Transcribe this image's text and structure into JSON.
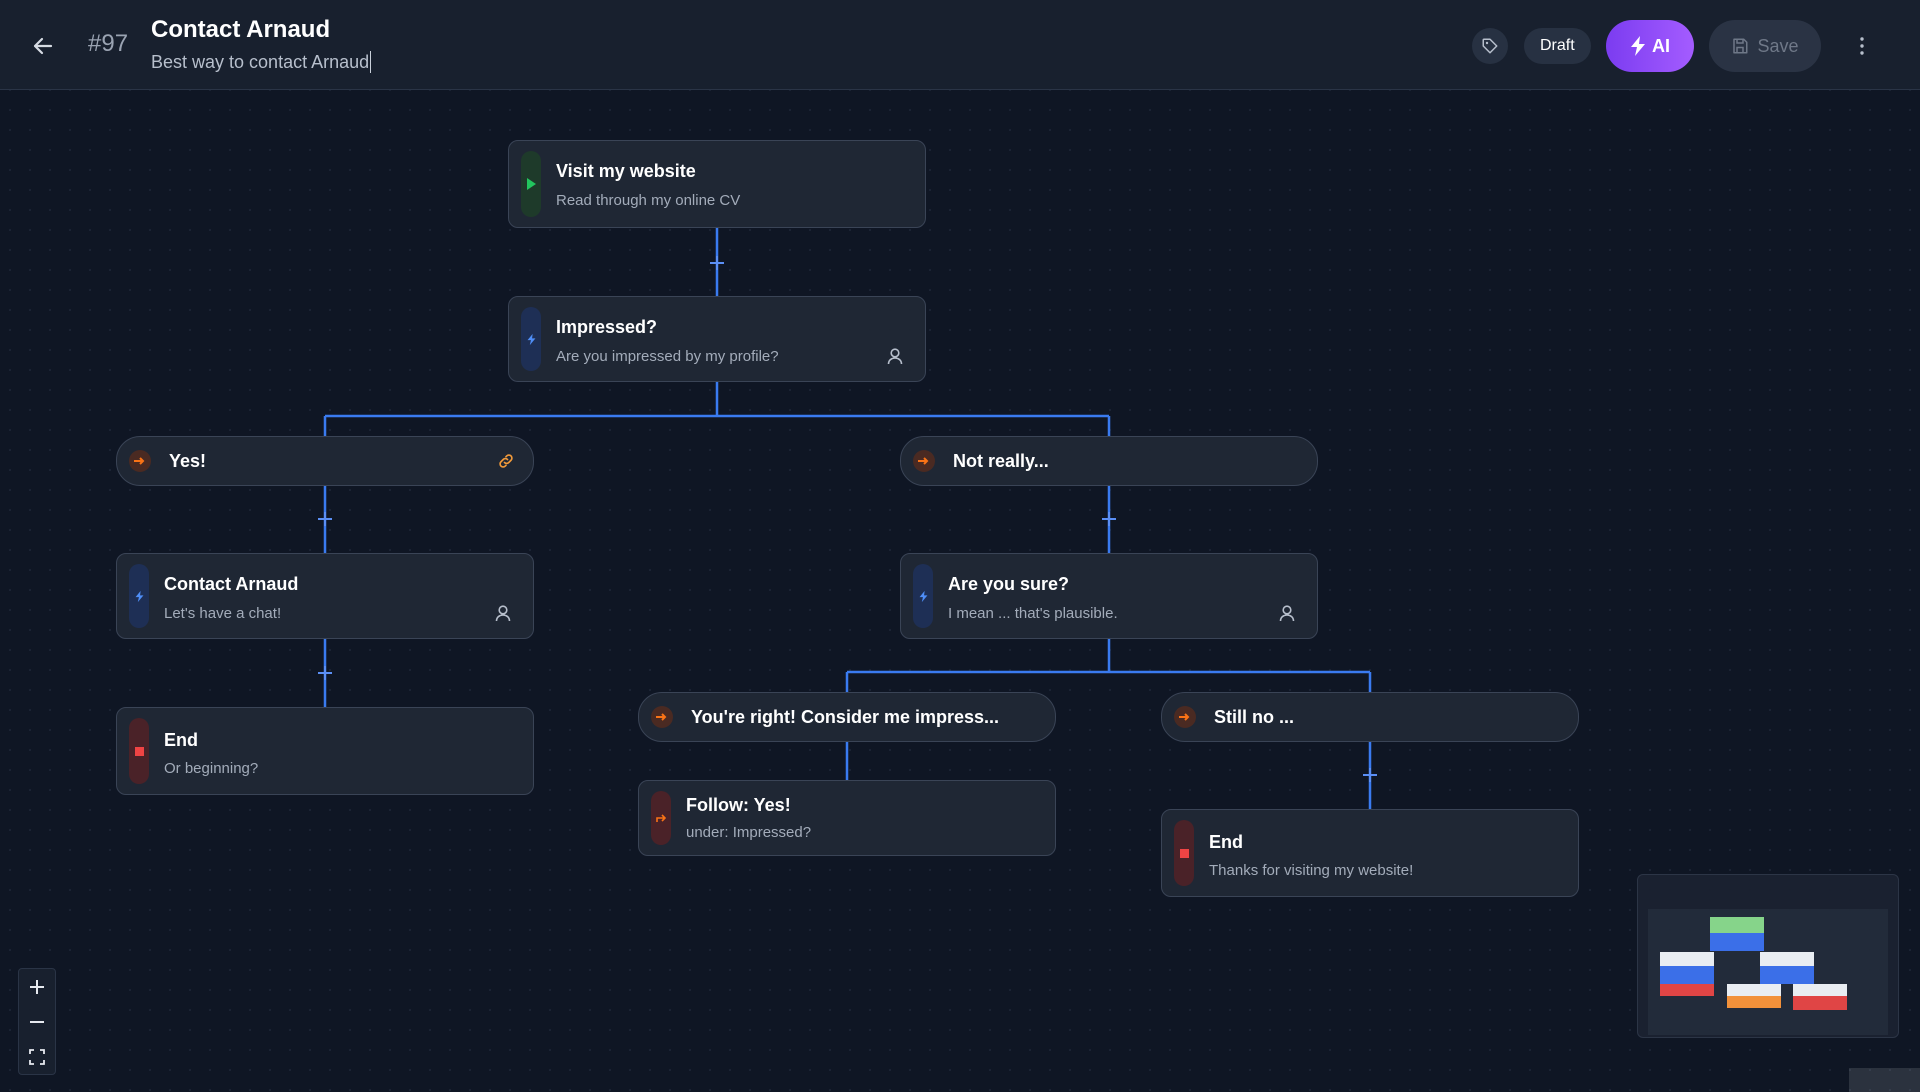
{
  "header": {
    "flow_id": "#97",
    "title": "Contact Arnaud",
    "description": "Best way to contact Arnaud",
    "status": "Draft",
    "ai_label": "AI",
    "save_label": "Save"
  },
  "nodes": {
    "start": {
      "title": "Visit my website",
      "subtitle": "Read through my online CV"
    },
    "question1": {
      "title": "Impressed?",
      "subtitle": "Are you impressed by my profile?"
    },
    "contact": {
      "title": "Contact Arnaud",
      "subtitle": "Let's have a chat!"
    },
    "end1": {
      "title": "End",
      "subtitle": "Or beginning?"
    },
    "question2": {
      "title": "Are you sure?",
      "subtitle": "I mean ... that's plausible."
    },
    "follow": {
      "title": "Follow: Yes!",
      "subtitle": "under: Impressed?"
    },
    "end2": {
      "title": "End",
      "subtitle": "Thanks for visiting my website!"
    }
  },
  "answers": {
    "yes": "Yes!",
    "not_really": "Not really...",
    "youre_right": "You're right! Consider me impress...",
    "still_no": "Still no ..."
  },
  "colors": {
    "start_accent": "#22c55e",
    "question_accent": "#3b82f6",
    "end_accent": "#ef4444",
    "answer_accent": "#f97316",
    "edge": "#3a7bf0"
  }
}
